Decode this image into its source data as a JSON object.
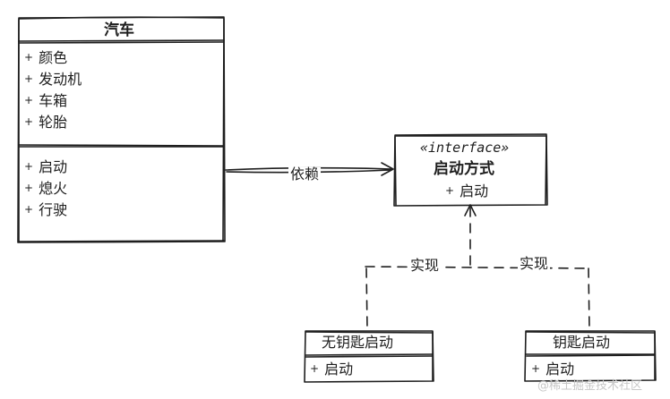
{
  "car_class": {
    "name": "汽车",
    "attributes": [
      "颜色",
      "发动机",
      "车箱",
      "轮胎"
    ],
    "methods": [
      "启动",
      "熄火",
      "行驶"
    ]
  },
  "start_interface": {
    "stereotype": "«interface»",
    "name": "启动方式",
    "methods": [
      "启动"
    ]
  },
  "keyless_class": {
    "name": "无钥匙启动",
    "methods": [
      "启动"
    ]
  },
  "key_class": {
    "name": "钥匙启动",
    "methods": [
      "启动"
    ]
  },
  "visibility_symbol": "+",
  "relations": {
    "dependency_label": "依赖",
    "realization_left_label": "实现",
    "realization_right_label": "实现"
  },
  "watermark": "@稀土掘金技术社区",
  "colors": {
    "stroke": "#1e1e1e",
    "background": "#ffffff"
  }
}
